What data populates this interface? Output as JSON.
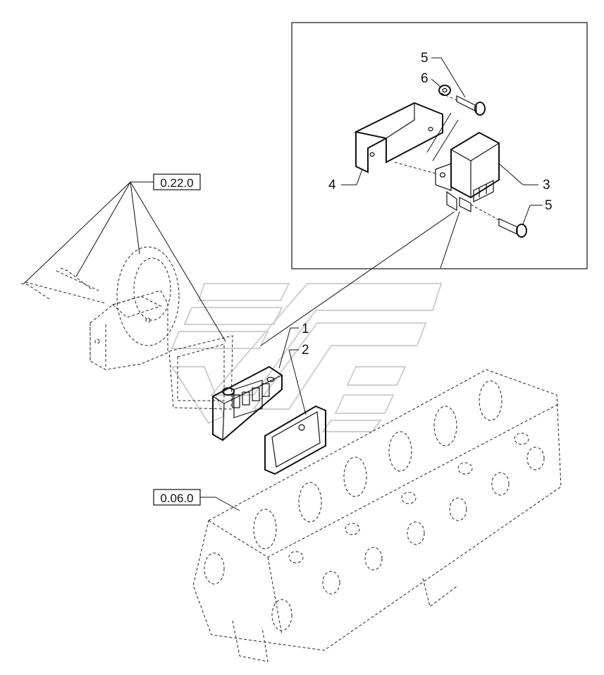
{
  "references": [
    {
      "id": "ref-022",
      "label": "0.22.0"
    },
    {
      "id": "ref-006",
      "label": "0.06.0"
    }
  ],
  "callouts": [
    {
      "id": "callout-1",
      "label": "1"
    },
    {
      "id": "callout-2",
      "label": "2"
    },
    {
      "id": "callout-3",
      "label": "3"
    },
    {
      "id": "callout-4",
      "label": "4"
    },
    {
      "id": "callout-5a",
      "label": "5"
    },
    {
      "id": "callout-5b",
      "label": "5"
    },
    {
      "id": "callout-6",
      "label": "6"
    }
  ]
}
